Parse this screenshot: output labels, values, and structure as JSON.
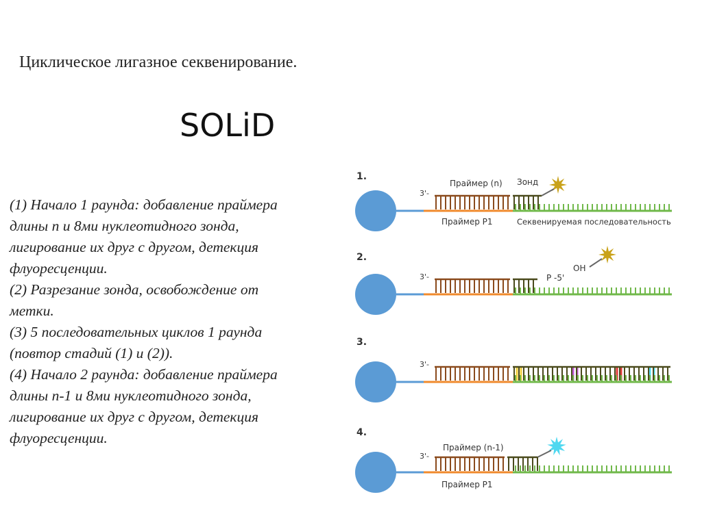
{
  "subtitle": "Циклическое лигазное секвенирование.",
  "title": "SOLiD",
  "description": [
    "(1) Начало 1 раунда: добавление праймера",
    "длины n и 8ми нуклеотидного зонда,",
    "лигирование их друг с другом, детекция",
    "флуоресценции.",
    "(2) Разрезание зонда, освобождение от",
    "метки.",
    "(3) 5 последовательных циклов 1 раунда",
    "(повтор стадий (1) и (2)).",
    "(4) Начало 2 раунда: добавление праймера",
    "длины n-1 и 8ми нуклеотидного зонда,",
    "лигирование их друг с другом, детекция",
    "флуоресценции."
  ],
  "panels": [
    {
      "number": "1.",
      "prime": "3'-",
      "primer_label": "Праймер (n)",
      "probe_label": "Зонд",
      "p1_label": "Праймер P1",
      "seq_label": "Секвенируемая последовательность"
    },
    {
      "number": "2.",
      "prime": "3'-",
      "p_label": "P -5'",
      "oh_label": "OH"
    },
    {
      "number": "3.",
      "prime": "3'-"
    },
    {
      "number": "4.",
      "prime": "3'-",
      "primer_label": "Праймер (n-1)",
      "p1_label": "Праймер P1"
    }
  ],
  "colors": {
    "bead": "#5b9bd5",
    "linker": "#5b9bd5",
    "primer_strand": "#f08a2c",
    "template_strand": "#70b84a",
    "primer_teeth": "#8a4a1c",
    "probe_teeth": "#4a4a1c",
    "star_gold": "#c9a21a",
    "star_cyan": "#4fd8f0"
  }
}
